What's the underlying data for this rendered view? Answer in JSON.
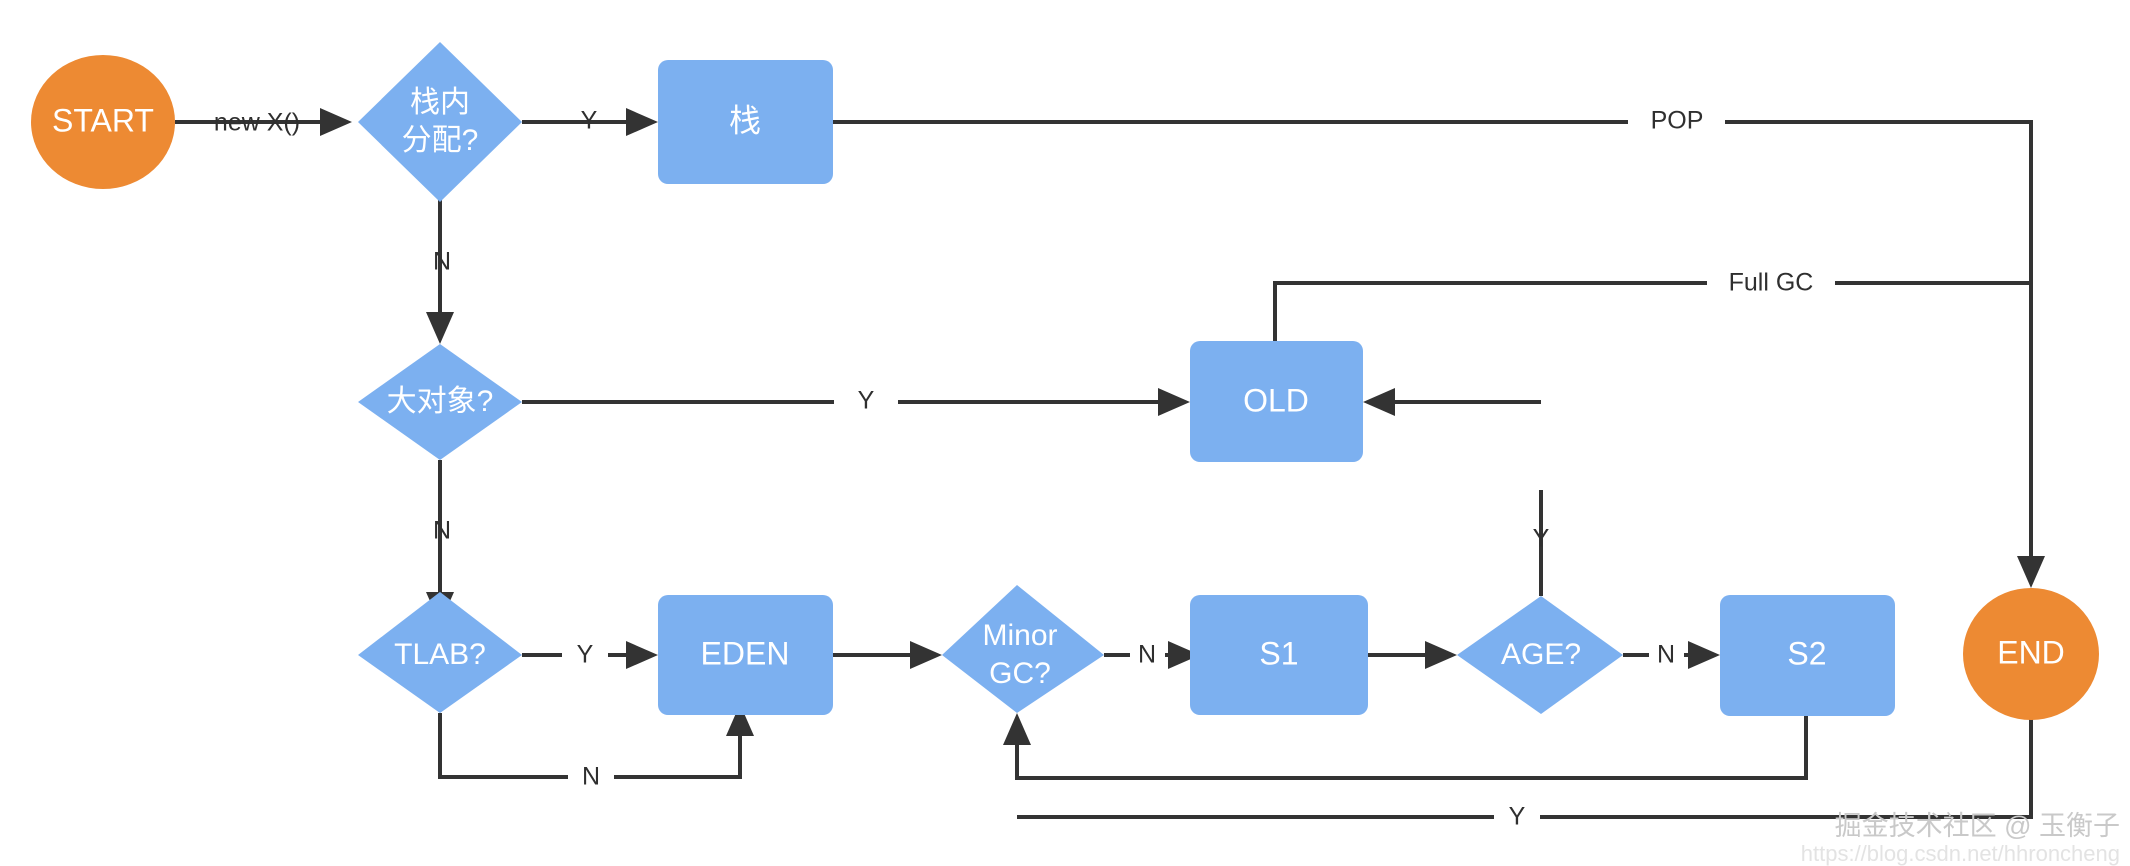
{
  "diagram": {
    "title": "JVM object allocation flowchart",
    "colors": {
      "terminal_fill": "#ED8A33",
      "process_fill": "#7CB0F0",
      "decision_fill": "#7CB0F0",
      "line": "#333333",
      "node_text": "#ffffff",
      "edge_text": "#2f2f2f",
      "background": "#ffffff"
    },
    "nodes": {
      "start": {
        "label": "START",
        "shape": "ellipse"
      },
      "stack_alloc": {
        "label_line1": "栈内",
        "label_line2": "分配?",
        "shape": "decision"
      },
      "stack": {
        "label": "栈",
        "shape": "process"
      },
      "big_object": {
        "label": "大对象?",
        "shape": "decision"
      },
      "old": {
        "label": "OLD",
        "shape": "process"
      },
      "tlab": {
        "label": "TLAB?",
        "shape": "decision"
      },
      "eden": {
        "label": "EDEN",
        "shape": "process"
      },
      "minor_gc": {
        "label_line1": "Minor",
        "label_line2": "GC?",
        "shape": "decision"
      },
      "s1": {
        "label": "S1",
        "shape": "process"
      },
      "age": {
        "label": "AGE?",
        "shape": "decision"
      },
      "s2": {
        "label": "S2",
        "shape": "process"
      },
      "end": {
        "label": "END",
        "shape": "ellipse"
      }
    },
    "edges": {
      "start_to_stackalloc": "new X()",
      "stackalloc_yes": "Y",
      "stackalloc_no": "N",
      "stack_to_end": "POP",
      "bigobject_yes": "Y",
      "bigobject_no": "N",
      "old_to_end": "Full GC",
      "tlab_yes": "Y",
      "tlab_no": "N",
      "minorgc_no": "N",
      "age_yes": "Y",
      "age_no": "N",
      "s2_loop": "Y"
    }
  },
  "watermark": {
    "main": "掘金技术社区 @ 玉衡子",
    "sub": "https://blog.csdn.net/hhroncheng"
  }
}
